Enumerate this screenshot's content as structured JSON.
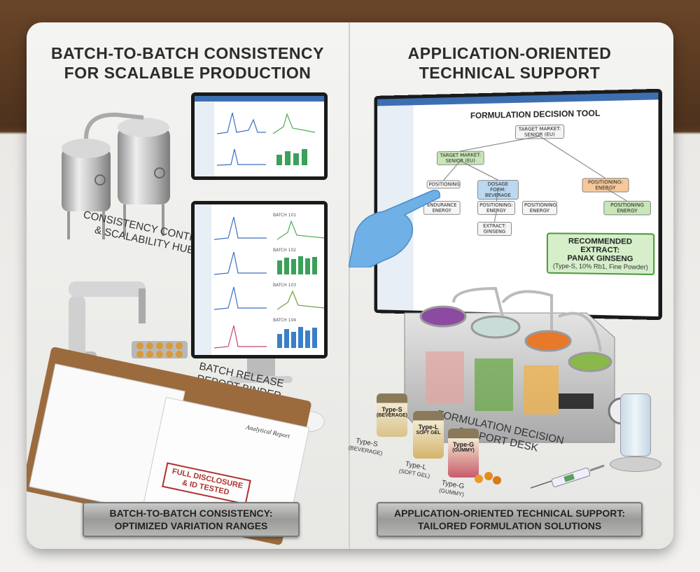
{
  "left": {
    "heading_line1": "BATCH-TO-BATCH CONSISTENCY",
    "heading_line2": "FOR SCALABLE PRODUCTION",
    "callout_hub_line1": "CONSISTENCY CONTROL",
    "callout_hub_line2": "& SCALABILITY HUB",
    "callout_binder_line1": "BATCH RELEASE",
    "callout_binder_line2": "REPORT BINDER",
    "report_title": "Analytical Report",
    "stamp_line1": "FULL DISCLOSURE",
    "stamp_line2": "& ID TESTED",
    "batch_labels": [
      "BATCH 101",
      "BATCH 102",
      "BATCH 103",
      "BATCH 104"
    ],
    "plaque_line1": "BATCH-TO-BATCH CONSISTENCY:",
    "plaque_line2": "OPTIMIZED VARIATION RANGES"
  },
  "right": {
    "heading_line1": "APPLICATION-ORIENTED",
    "heading_line2": "TECHNICAL SUPPORT",
    "tool_title": "FORMULATION DECISION TOOL",
    "tree": {
      "root": "TARGET MARKET: SENIOR (EU)",
      "n1": "TARGET MARKET: SENIOR (EU)",
      "n2": "POSITIONING: ENERGY",
      "n3": "POSITIONING",
      "n4": "DOSAGE FORM: BEVERAGE",
      "n5": "POSITIONING: ENERGY",
      "n6": "ENDURANCE ENERGY",
      "n7": "EXTRACT: GINSENG",
      "n8": "POSITIONING ENERGY",
      "n9": "POSITIONING ENERGY"
    },
    "recommendation_line1": "RECOMMENDED EXTRACT:",
    "recommendation_line2": "PANAX GINSENG",
    "recommendation_line3": "(Type-S, 10% Rb1, Fine Powder)",
    "callout_desk_line1": "FORMULATION DECISION",
    "callout_desk_line2": "SUPPORT DESK",
    "jars": [
      {
        "name": "Type-S",
        "sub": "(BEVERAGE)"
      },
      {
        "name": "Type-L",
        "sub": "SOFT GEL"
      },
      {
        "name": "Type-G",
        "sub": "(GUMMY)"
      }
    ],
    "jar_labels": [
      {
        "name": "Type-S",
        "sub": "(BEVERAGE)"
      },
      {
        "name": "Type-L",
        "sub": "(SOFT GEL)"
      },
      {
        "name": "Type-G",
        "sub": "(GUMMY)"
      }
    ],
    "plaque_line1": "APPLICATION-ORIENTED TECHNICAL SUPPORT:",
    "plaque_line2": "TAILORED FORMULATION SOLUTIONS"
  },
  "colors": {
    "glove": "#6fb0e6",
    "stamp": "#b03030",
    "node_green": "#c8e6b8",
    "node_blue": "#bcd8f0",
    "node_orange": "#f6c89a"
  }
}
